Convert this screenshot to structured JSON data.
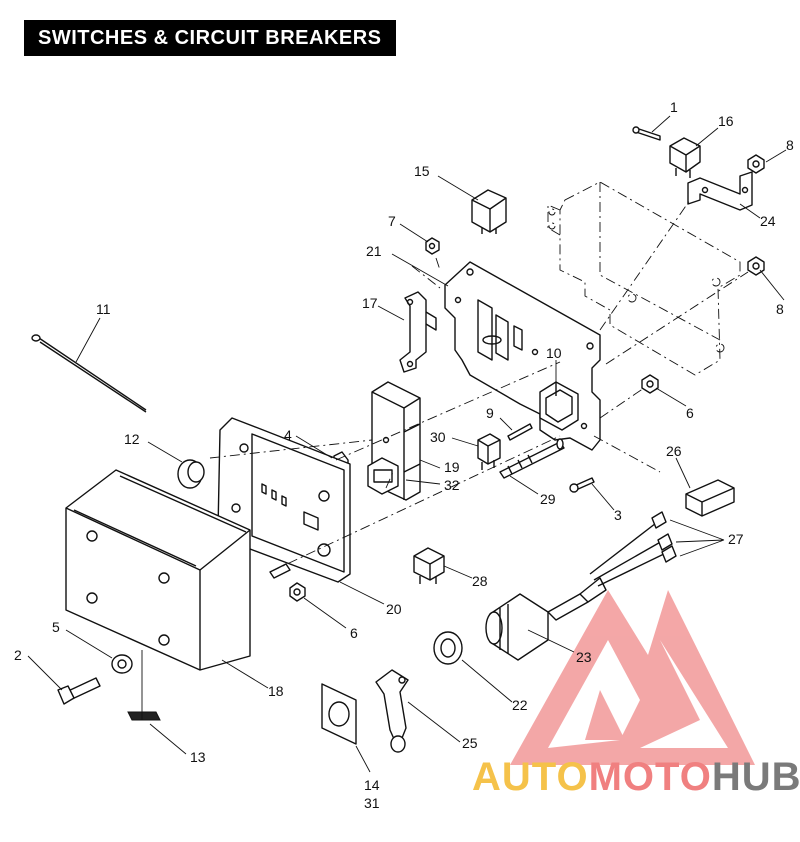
{
  "title": "SWITCHES & CIRCUIT BREAKERS",
  "callouts": {
    "c1": "1",
    "c16": "16",
    "c8a": "8",
    "c15": "15",
    "c24": "24",
    "c7": "7",
    "c21": "21",
    "c8b": "8",
    "c17": "17",
    "c11": "11",
    "c10": "10",
    "c6a": "6",
    "c9": "9",
    "c4": "4",
    "c12": "12",
    "c30": "30",
    "c19": "19",
    "c32": "32",
    "c26": "26",
    "c29": "29",
    "c3": "3",
    "c27": "27",
    "c28": "28",
    "c20": "20",
    "c6b": "6",
    "c5": "5",
    "c2": "2",
    "c23": "23",
    "c18": "18",
    "c22": "22",
    "c25": "25",
    "c13": "13",
    "c14": "14",
    "c31": "31"
  },
  "watermark": {
    "part1": "AUTO",
    "part2": "MOTO",
    "part3": "HUB",
    "color1": "#f5c24a",
    "color2": "#f08080",
    "color3": "#7a7a7a"
  }
}
